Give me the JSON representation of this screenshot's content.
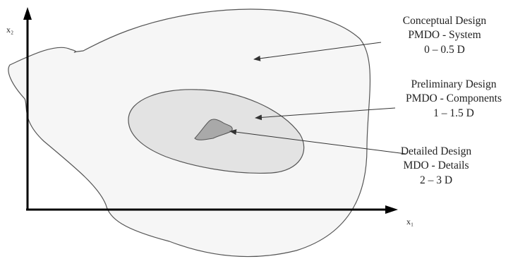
{
  "axes": {
    "x_label": "x₁",
    "y_label": "x₂"
  },
  "regions": {
    "conceptual": {
      "lines": [
        "Conceptual Design",
        "PMDO - System",
        "0 – 0.5 D"
      ]
    },
    "preliminary": {
      "lines": [
        "Preliminary Design",
        "PMDO - Components",
        "1 – 1.5 D"
      ]
    },
    "detailed": {
      "lines": [
        "Detailed Design",
        "MDO - Details",
        "2 – 3 D"
      ]
    }
  },
  "colors": {
    "outer_fill": "#f6f6f6",
    "middle_fill": "#e3e3e3",
    "inner_fill": "#a9a9a9",
    "stroke": "#555555",
    "axis": "#000000"
  }
}
